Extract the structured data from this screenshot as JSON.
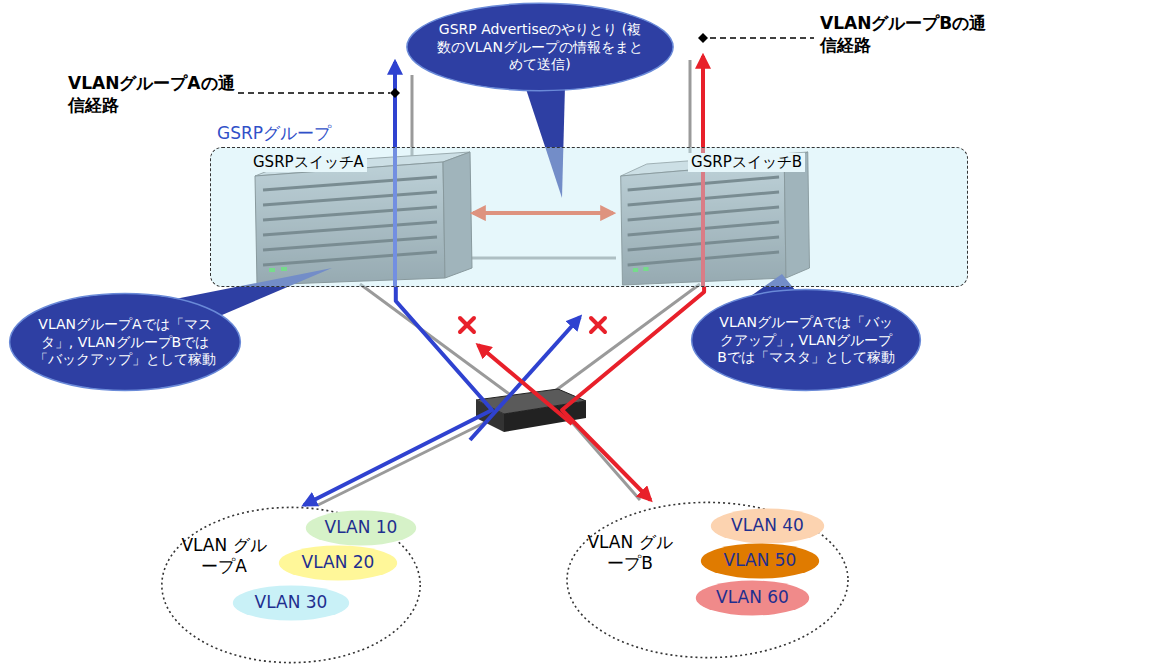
{
  "diagram": {
    "nodes": [
      {
        "text": [
          "GSRP Advertiseのやりとり (複数のVLANグループの情報をまとめて送信)"
        ]
      },
      {
        "text": [
          "GSRPグループ"
        ]
      },
      {
        "text": [
          "GSRPスイッチA"
        ],
        "in": 1
      },
      {
        "text": [
          "GSRPスイッチB"
        ],
        "in": 1
      },
      {
        "text": [
          "VLANグループAでは「マスタ」, VLANグループBでは「バックアップ」として稼動"
        ]
      },
      {
        "text": [
          "VLANグループAでは「バックアップ」, VLANグループBでは「マスタ」として稼動"
        ]
      },
      {
        "text": [
          "VLAN グループA"
        ]
      },
      {
        "text": [
          "VLAN 10"
        ],
        "in": 6
      },
      {
        "text": [
          "VLAN 20"
        ],
        "in": 6
      },
      {
        "text": [
          "VLAN 30"
        ],
        "in": 6
      },
      {
        "text": [
          "VLAN グループB"
        ]
      },
      {
        "text": [
          "VLAN 40"
        ],
        "in": 10
      },
      {
        "text": [
          "VLAN 50"
        ],
        "in": 10
      },
      {
        "text": [
          "VLAN 60"
        ],
        "in": 10
      }
    ],
    "edges": [
      {
        "from": 2,
        "to": 3,
        "arrow": "both"
      },
      {
        "from": 2,
        "to": 6,
        "arrow": "to"
      },
      {
        "from": 3,
        "to": 10,
        "arrow": "to"
      }
    ],
    "labels": [
      "VLANグループAの通信経路",
      "VLANグループBの通信経路"
    ]
  }
}
